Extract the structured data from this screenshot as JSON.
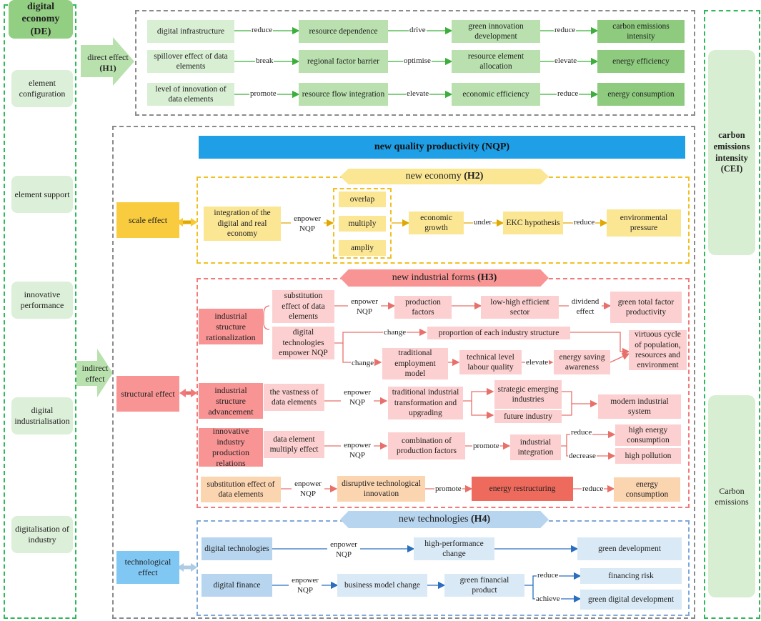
{
  "colors": {
    "green_dash": "#2db85a",
    "gray_dash": "#8a8a8a",
    "nqp_bar": "#1e9fe6",
    "yellow_dash": "#f0c020",
    "red_dash": "#f07a7a",
    "blue_dash": "#7fa8d8"
  },
  "left": {
    "title": "digital economy (DE)",
    "items": [
      "element configuration",
      "element support",
      "innovative performance",
      "digital industrialisation",
      "digitalisation of industry"
    ]
  },
  "right": {
    "title": "carbon emissions intensity (CEI)",
    "bottom": "Carbon emissions"
  },
  "direct": {
    "arrow_text": "direct effect",
    "arrow_h": "(H1)",
    "rows": [
      {
        "a": "digital infrastructure",
        "e1": "reduce",
        "b": "resource dependence",
        "e2": "drive",
        "c": "green innovation development",
        "e3": "reduce",
        "d": "carbon emissions intensity"
      },
      {
        "a": "spillover effect of data elements",
        "e1": "break",
        "b": "regional factor barrier",
        "e2": "optimise",
        "c": "resource element allocation",
        "e3": "elevate",
        "d": "energy efficiency"
      },
      {
        "a": "level of innovation of data elements",
        "e1": "promote",
        "b": "resource flow integration",
        "e2": "elevate",
        "c": "economic efficiency",
        "e3": "reduce",
        "d": "energy consumption"
      }
    ]
  },
  "indirect": {
    "arrow_text": "indirect effect",
    "nqp": "new quality productivity (NQP)"
  },
  "h2": {
    "banner": "new economy",
    "tag": "(H2)",
    "scale": "scale effect",
    "n1": "integration of the digital and real economy",
    "e1": "enpower NQP",
    "m1": "overlap",
    "m2": "multiply",
    "m3": "ampliy",
    "n2": "economic growth",
    "e2": "under",
    "n3": "EKC hypothesis",
    "e3": "reduce",
    "n4": "environmental pressure"
  },
  "h3": {
    "banner": "new industrial forms",
    "tag": "(H3)",
    "structural": "structural effect",
    "rat": "industrial structure rationalization",
    "sub1": "substitution effect of data elements",
    "e_emp1": "enpower NQP",
    "prod_factors": "production factors",
    "low_high": "low-high efficient sector",
    "e_div": "dividend effect",
    "gtfp": "green total factor productivity",
    "dig_tech": "digital technologies empower NQP",
    "e_change1": "change",
    "proportion": "proportion of each industry structure",
    "virtuous": "virtuous cycle of population, resources and environment",
    "e_change2": "change",
    "trad_emp": "traditional employment model",
    "tech_level": "technical level labour quality",
    "e_elev": "elevate",
    "saving": "energy saving awareness",
    "adv": "industrial structure advancement",
    "vastness": "the vastness of data elements",
    "e_emp2": "enpower NQP",
    "trad_ind": "traditional industrial transformation and upgrading",
    "strategic": "strategic emerging industries",
    "future": "future industry",
    "modern": "modern industrial system",
    "innov": "innovative industry production relations",
    "multiply": "data element multiply effect",
    "e_emp3": "enpower NQP",
    "combination": "combination of production factors",
    "e_promote1": "promote",
    "integration": "industrial integration",
    "e_reduce": "reduce",
    "high_energy": "high energy consumption",
    "e_decrease": "decrease",
    "high_poll": "high pollution",
    "sub2": "substitution effect of data elements",
    "e_emp4": "enpower NQP",
    "disruptive": "disruptive technological innovation",
    "e_promote2": "promote",
    "restructuring": "energy restructuring",
    "e_reduce2": "reduce",
    "energy_cons": "energy consumption"
  },
  "h4": {
    "banner": "new technologies",
    "tag": "(H4)",
    "tech": "technological effect",
    "dig_tech": "digital technologies",
    "e_emp1": "enpower NQP",
    "hp": "high-performance change",
    "green_dev": "green development",
    "dig_fin": "digital finance",
    "e_emp2": "enpower NQP",
    "bm": "business model change",
    "gfp": "green financial product",
    "e_reduce": "reduce",
    "fin_risk": "financing risk",
    "e_achieve": "achieve",
    "gdd": "green digital development"
  }
}
